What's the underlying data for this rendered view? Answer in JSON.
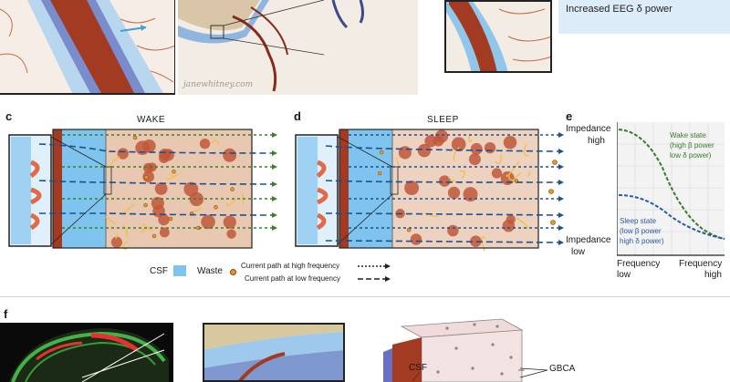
{
  "info_box": {
    "text": "Increased EEG δ power",
    "bg": "#dcecf8"
  },
  "watermark": "janewhitney.com",
  "panels": {
    "c": {
      "label": "c",
      "title": "WAKE"
    },
    "d": {
      "label": "d",
      "title": "SLEEP"
    },
    "e": {
      "label": "e"
    },
    "f": {
      "label": "f"
    }
  },
  "legend": {
    "csf": "CSF",
    "waste": "Waste",
    "high_freq": "Current path at high frequency",
    "low_freq": "Current path at low frequency"
  },
  "panel_e": {
    "y_top": "Impedance\nhigh",
    "y_top_line1": "Impedance",
    "y_top_line2": "high",
    "y_bottom_line1": "Impedance",
    "y_bottom_line2": "low",
    "x_left_line1": "Frequency",
    "x_left_line2": "low",
    "x_right_line1": "Frequency",
    "x_right_line2": "high",
    "wake_label": [
      "Wake state",
      "(high β power",
      "low δ power)"
    ],
    "sleep_label": [
      "Sleep state",
      "(low β power",
      "high δ power)"
    ],
    "wake_color": "#3a7a2a",
    "sleep_color": "#2a5aa0"
  },
  "panel_f": {
    "csf": "CSF",
    "gbca": "GBCA"
  },
  "colors": {
    "green_path": "#3f7f2a",
    "blue_path": "#1f4f8f",
    "vessel": "#9a3a24",
    "csf_blue": "#7fc4ee",
    "tissue": "#e8c8b0",
    "cell": "#c0573a"
  }
}
